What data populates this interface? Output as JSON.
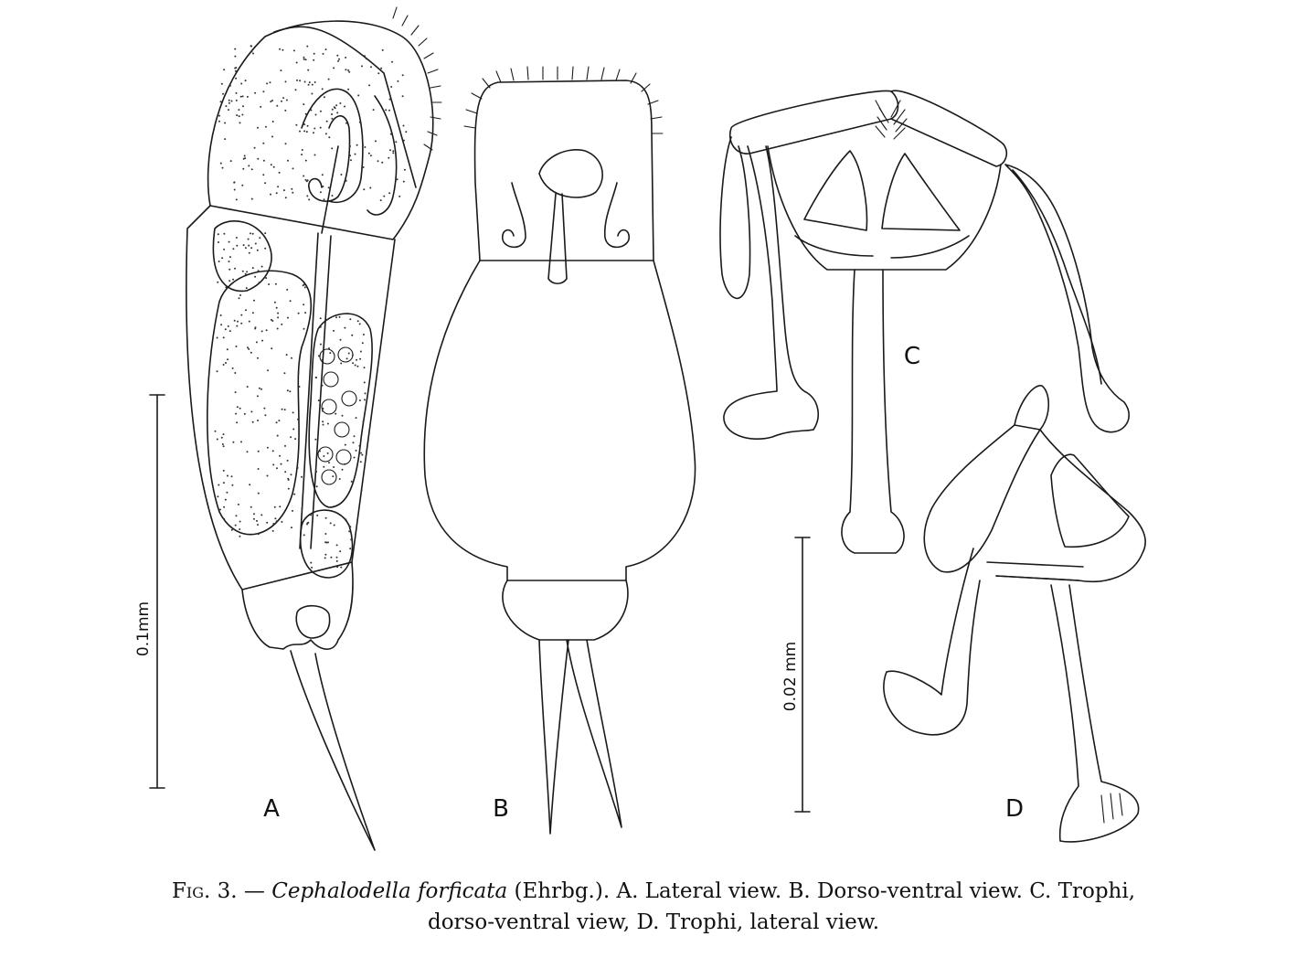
{
  "figure": {
    "panels": [
      {
        "id": "A",
        "label": "A"
      },
      {
        "id": "B",
        "label": "B"
      },
      {
        "id": "C",
        "label": "C"
      },
      {
        "id": "D",
        "label": "D"
      }
    ],
    "scale_bars": [
      {
        "panel": "A",
        "label": "0.1mm"
      },
      {
        "panel": "C-D",
        "label": "0.02 mm"
      }
    ]
  },
  "caption": {
    "fig_label": "Fig. 3.",
    "dash": " — ",
    "species": "Cephalodella forficata",
    "authority": " (Ehrbg.). ",
    "line1_rest": "A. Lateral view. B. Dorso-ventral view. C. Trophi,",
    "line2": "dorso-ventral view, D. Trophi, lateral view."
  }
}
